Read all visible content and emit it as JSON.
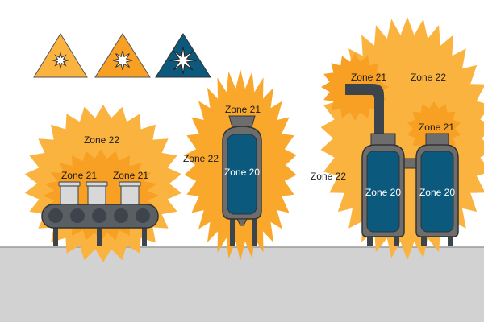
{
  "colors": {
    "zone22": "#fbb33f",
    "zone21": "#f7a023",
    "zone20": "#0b5a7d",
    "equipment": "#6d6d6d",
    "equipment_dark": "#3d444b",
    "floor": "#d2d2d2"
  },
  "legend_icons": [
    "explosion-warning-zone22-icon",
    "explosion-warning-zone21-icon",
    "explosion-warning-zone20-icon"
  ],
  "conveyor": {
    "zone22": "Zone 22",
    "zone21_left": "Zone 21",
    "zone21_right": "Zone 21"
  },
  "silo": {
    "zone22": "Zone 22",
    "zone21": "Zone 21",
    "zone20": "Zone 20"
  },
  "tanks": {
    "zone22_outer": "Zone 22",
    "zone22_inner": "Zone 22",
    "zone21_pipe": "Zone 21",
    "zone21_tank": "Zone 21",
    "zone20_left": "Zone 20",
    "zone20_right": "Zone 20"
  }
}
